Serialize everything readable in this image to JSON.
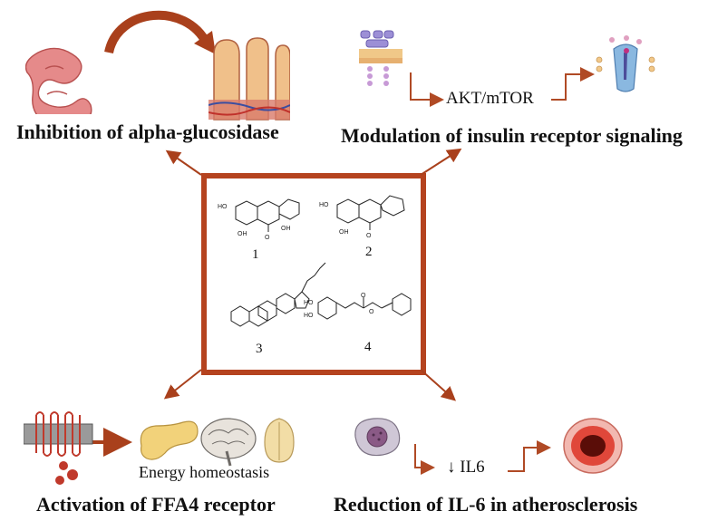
{
  "panels": {
    "top_left": {
      "caption": "Inhibition of alpha-glucosidase"
    },
    "top_right": {
      "caption": "Modulation of insulin receptor signaling",
      "pathway_label": "AKT/mTOR"
    },
    "bottom_left": {
      "caption": "Activation of FFA4 receptor",
      "sub_label": "Energy homeostasis"
    },
    "bottom_right": {
      "caption": "Reduction of IL-6 in atherosclerosis",
      "marker_label": "↓ IL6"
    }
  },
  "compounds": {
    "c1": {
      "number": "1"
    },
    "c2": {
      "number": "2"
    },
    "c3": {
      "number": "3"
    },
    "c4": {
      "number": "4"
    }
  },
  "colors": {
    "frame": "#b5431f",
    "arrow": "#a9401c",
    "connector": "#b04a25",
    "intestine": "#e07a7a",
    "pancreas": "#f2d27a"
  }
}
